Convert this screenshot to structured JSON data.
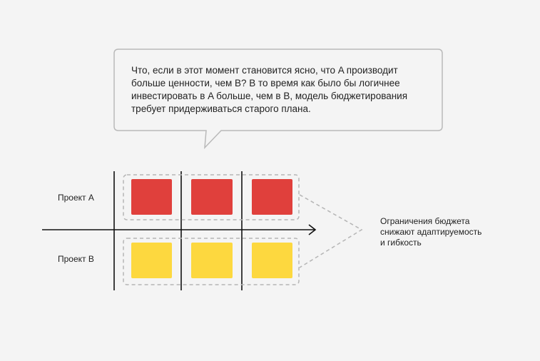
{
  "callout": {
    "lines": [
      "Что, если в этот момент становится ясно, что A производит",
      "больше ценности, чем B? В то время как было бы логичнее",
      "инвестировать в A больше, чем в B, модель бюджетирования",
      "требует придерживаться старого плана."
    ]
  },
  "rows": [
    {
      "label": "Проект A",
      "block_count": 3,
      "block_color": "#e0403c"
    },
    {
      "label": "Проект B",
      "block_count": 3,
      "block_color": "#fdd83f"
    }
  ],
  "annotation": {
    "lines": [
      "Ограничения бюджета",
      "снижают адаптируемость",
      "и гибкость"
    ]
  },
  "colors": {
    "background": "#f4f4f4",
    "stroke": "#111111",
    "dashed": "#b5b5b5",
    "bubble_border": "#b9b9b9",
    "bubble_fill": "#f4f4f4"
  }
}
